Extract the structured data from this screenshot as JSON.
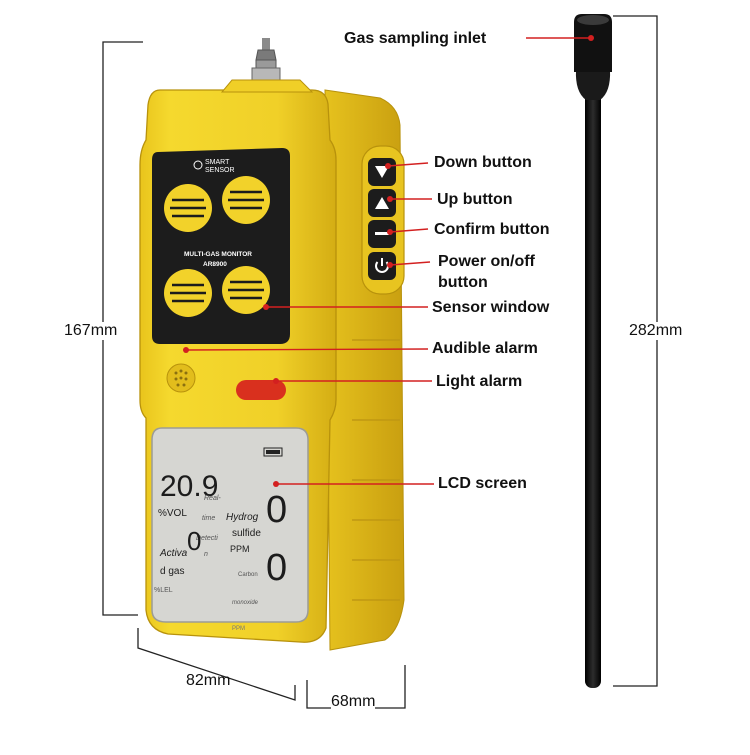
{
  "device": {
    "brand_line1": "SMART",
    "brand_line2": "SENSOR",
    "model_name": "MULTI-GAS MONITOR",
    "model_number": "AR8900"
  },
  "lcd": {
    "main_reading": "20.9",
    "unit_vol": "%VOL",
    "real_label": "Real-",
    "time_label": "time",
    "detect_label": "Detecti",
    "activ_label": "Activa",
    "n_label": "n",
    "gas_label": "d gas",
    "lel_label": "%LEL",
    "hydrog_label": "Hydrog",
    "sulfide_label": "sulfide",
    "ppm_label": "PPM",
    "carbon_label": "Carbon",
    "monoxide_label": "monoxide",
    "ppm_bottom": "PPM",
    "digit_center": "0",
    "digit_right_top": "0",
    "digit_right_bottom": "0"
  },
  "labels": {
    "gas_inlet": "Gas sampling inlet",
    "down": "Down button",
    "up": "Up button",
    "confirm": "Confirm button",
    "power_line1": "Power on/off",
    "power_line2": "button",
    "sensor": "Sensor window",
    "audible": "Audible alarm",
    "light": "Light alarm",
    "lcd": "LCD screen"
  },
  "dimensions": {
    "height": "167mm",
    "width": "82mm",
    "depth": "68mm",
    "probe_length": "282mm"
  },
  "colors": {
    "body_yellow": "#f2d22a",
    "body_shade": "#d9b418",
    "panel_black": "#1c1c1c",
    "lcd_bg": "#d8d8d4",
    "alarm_red": "#d9301e",
    "pointer_red": "#d32020",
    "probe_black": "#141414"
  }
}
